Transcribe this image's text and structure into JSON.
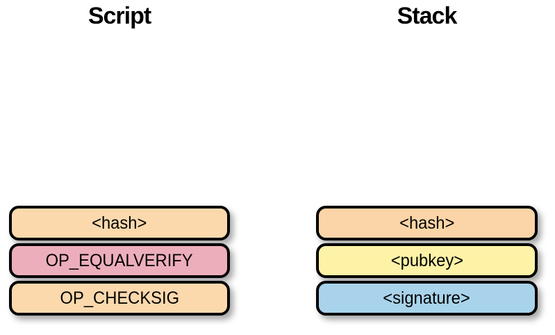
{
  "diagram": {
    "columns": [
      {
        "title": "Script",
        "boxes": [
          {
            "label": "<hash>",
            "fill": "#fbd9ad"
          },
          {
            "label": "OP_EQUALVERIFY",
            "fill": "#edaebb"
          },
          {
            "label": "OP_CHECKSIG",
            "fill": "#fbd9ad"
          }
        ]
      },
      {
        "title": "Stack",
        "boxes": [
          {
            "label": "<hash>",
            "fill": "#fbd5a7"
          },
          {
            "label": "<pubkey>",
            "fill": "#fdf2a6"
          },
          {
            "label": "<signature>",
            "fill": "#a9d3ea"
          }
        ]
      }
    ],
    "colors": {
      "background": "#ffffff",
      "border": "#000000",
      "text": "#000000",
      "shadow": "rgba(0,0,0,0.35)"
    }
  }
}
